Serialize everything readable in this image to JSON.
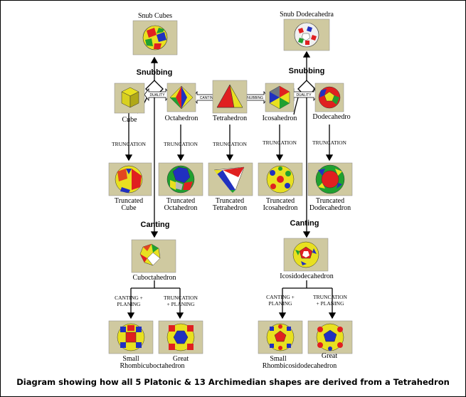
{
  "top": {
    "snub_cubes": "Snub Cubes",
    "snub_dodecahedra": "Snub Dodecahedra",
    "snubbing_left": "Snubbing",
    "snubbing_right": "Snubbing"
  },
  "platonic": {
    "cube": "Cube",
    "octahedron": "Octahedron",
    "tetrahedron": "Tetrahedron",
    "icosahedron": "Icosahedron",
    "dodecahedron": "Dodecahedro"
  },
  "links": {
    "duality_left": "DUALITY",
    "canting": "CANTING",
    "snubbing": "SNUBBING",
    "duality_right": "DUALITY"
  },
  "process": {
    "truncation": "TRUNCATION",
    "canting_left": "Canting",
    "canting_right": "Canting",
    "canting_planing_1": "CANTING +",
    "canting_planing_2": "PLANING",
    "truncation_planing_1": "TRUNCATION",
    "truncation_planing_2": "+ PLANING"
  },
  "truncated": {
    "cube": [
      "Truncated",
      "Cube"
    ],
    "octahedron": [
      "Truncated",
      "Octahedron"
    ],
    "tetrahedron": [
      "Truncated",
      "Tetrahedron"
    ],
    "icosahedron": [
      "Truncated",
      "Icosahedron"
    ],
    "dodecahedron": [
      "Truncated",
      "Dodecahedron"
    ]
  },
  "middle": {
    "cuboctahedron": "Cuboctahedron",
    "icosidodecahedron": "Icosidodecahedron"
  },
  "bottom": {
    "small_left": [
      "Small",
      "Rhombicuboctahedron"
    ],
    "great_left": "Great",
    "small_right": [
      "Small",
      "Rhombicosidodecahedron"
    ],
    "great_right": "Great"
  },
  "caption": "Diagram showing how all 5 Platonic & 13 Archimedian shapes are derived from a Tetrahedron",
  "colors": {
    "tile": "#cfc9a0",
    "red": "#e02020",
    "yellow": "#e8e020",
    "blue": "#2030c0",
    "green": "#20a030"
  }
}
